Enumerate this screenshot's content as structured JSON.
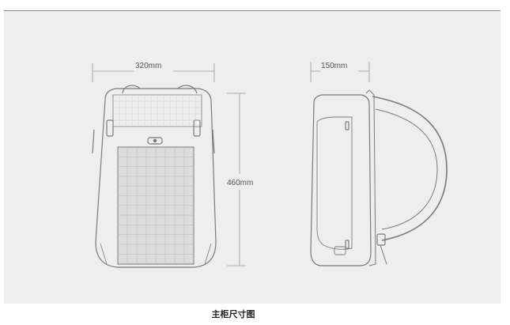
{
  "figure": {
    "caption": "主柜尺寸图",
    "dimensions": {
      "width_label": "320mm",
      "height_label": "460mm",
      "depth_label": "150mm"
    }
  },
  "colors": {
    "panel_background": "#eeeeee",
    "line": "#7a7a7a",
    "dimension_line": "#9a9a9a",
    "solar_cell": "#dcdcdc"
  }
}
